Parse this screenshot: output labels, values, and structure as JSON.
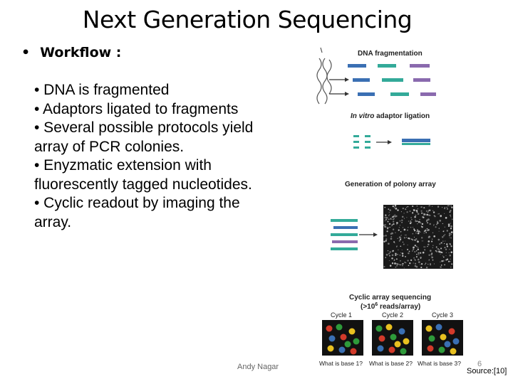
{
  "slide": {
    "title": "Next Generation Sequencing",
    "workflow_label": "Workflow :",
    "bullets": [
      "• DNA is fragmented",
      "• Adaptors ligated to fragments",
      "• Several possible protocols yield array of PCR colonies.",
      "• Enyzmatic extension with fluorescently tagged nucleotides.",
      "• Cyclic readout by imaging the array."
    ],
    "author": "Andy Nagar",
    "page_number": "6",
    "source": "Source:[10]"
  },
  "figure": {
    "step1": "DNA fragmentation",
    "step2_italic": "In vitro",
    "step2_rest": " adaptor ligation",
    "step3": "Generation of polony array",
    "step4_line1": "Cyclic array sequencing",
    "step4_prefix": "(>10",
    "step4_exp": "6",
    "step4_suffix": " reads/array)",
    "cycles": [
      "Cycle 1",
      "Cycle 2",
      "Cycle 3"
    ],
    "questions": [
      "What is base 1?",
      "What is base 2?",
      "What is base 3?"
    ],
    "colors": {
      "blue": "#3a6fb3",
      "teal": "#33aa99",
      "purple": "#8a6aae",
      "red": "#d23a2a",
      "green": "#2e9a3a",
      "yellow": "#e8c020"
    }
  }
}
